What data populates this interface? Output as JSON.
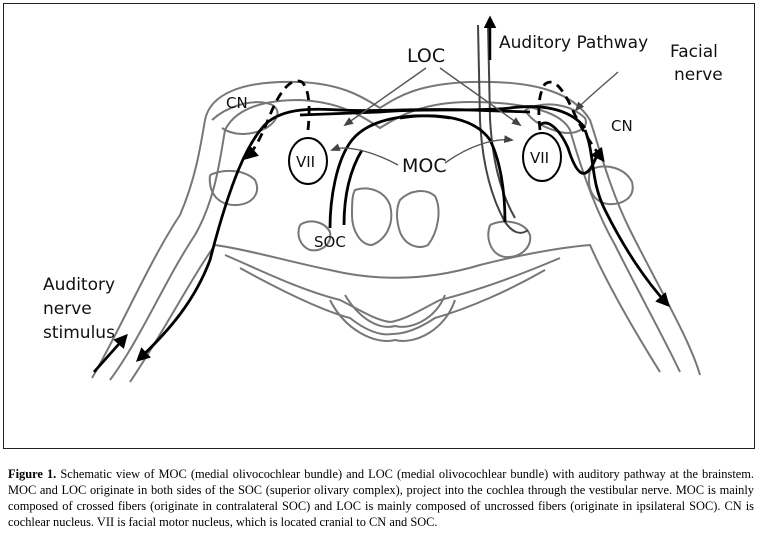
{
  "diagram": {
    "labels": {
      "loc": "LOC",
      "auditory_pathway": "Auditory Pathway",
      "facial_nerve_line1": "Facial",
      "facial_nerve_line2": "nerve",
      "cn_left": "CN",
      "cn_right": "CN",
      "vii_left": "VII",
      "vii_right": "VII",
      "moc": "MOC",
      "soc": "SOC",
      "stimulus_line1": "Auditory",
      "stimulus_line2": "nerve",
      "stimulus_line3": "stimulus"
    }
  },
  "caption": {
    "label": "Figure 1.",
    "text": " Schematic view of MOC (medial olivocochlear bundle) and LOC (medial olivocochlear bundle) with auditory pathway at the brainstem. MOC and LOC originate in both sides of the SOC (superior olivary complex), project into the cochlea through the vestibular nerve. MOC is mainly composed of crossed fibers (originate in contralateral SOC) and LOC is mainly composed of uncrossed fibers (originate in ipsilateral SOC). CN is cochlear nucleus. VII is facial motor nucleus, which is located cranial to CN and SOC."
  }
}
